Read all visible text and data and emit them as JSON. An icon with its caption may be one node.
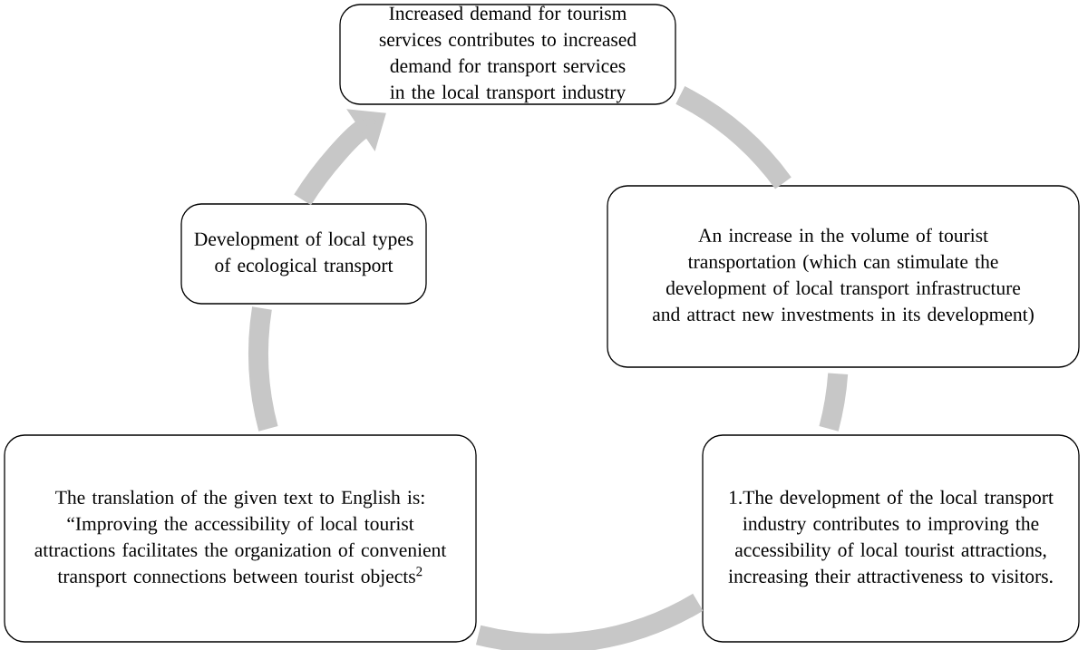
{
  "diagram": {
    "nodes": [
      {
        "text": [
          "Increased demand for tourism services contributes to increased demand for transport services in the local transport industry"
        ]
      },
      {
        "text": [
          "An increase in the volume of tourist transportation (which can stimulate the development of local transport infrastructure and attract new investments in its development)"
        ]
      },
      {
        "text": [
          "1.The development of the local transport industry contributes to improving the accessibility of local tourist attractions, increasing their attractiveness to visitors."
        ]
      },
      {
        "text": [
          "The translation of the given text to English is: “Improving the accessibility of local tourist attractions facilitates the organization of convenient transport connections between tourist objects$^{2}$"
        ]
      },
      {
        "text": [
          "Development of local types of ecological transport"
        ]
      }
    ],
    "edges": [
      {
        "from": 0,
        "to": 1,
        "arrow": "none"
      },
      {
        "from": 1,
        "to": 2,
        "arrow": "none"
      },
      {
        "from": 2,
        "to": 3,
        "arrow": "none"
      },
      {
        "from": 3,
        "to": 4,
        "arrow": "none"
      },
      {
        "from": 4,
        "to": 0,
        "arrow": "to"
      }
    ]
  }
}
